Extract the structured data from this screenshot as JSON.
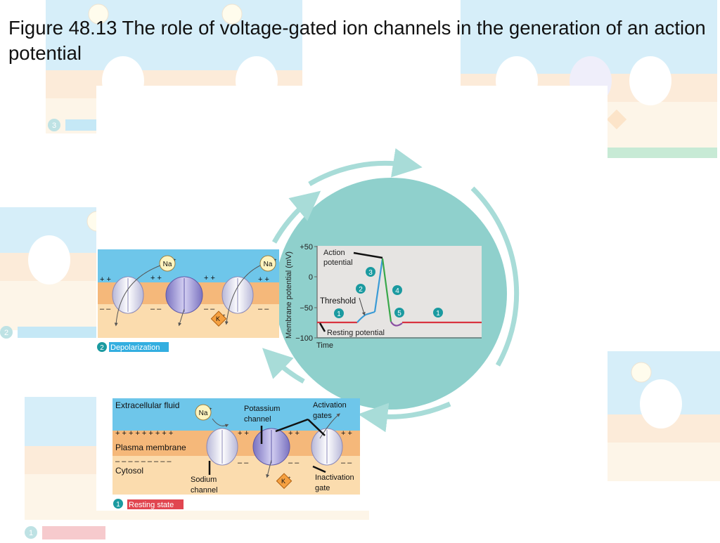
{
  "title": "Figure 48.13 The role of voltage-gated ion channels in the generation of an action potential",
  "graph": {
    "y_axis_label": "Membrane potential (mV)",
    "x_axis_label": "Time",
    "y_ticks": [
      "+50",
      "0",
      "−50",
      "−100"
    ],
    "labels": {
      "action_potential_line1": "Action",
      "action_potential_line2": "potential",
      "threshold": "Threshold",
      "resting_potential": "Resting potential"
    },
    "phase_markers": [
      "1",
      "2",
      "3",
      "4",
      "5",
      "1"
    ]
  },
  "depolarization_panel": {
    "step_number": "2",
    "caption": "Depolarization",
    "na_label": "Na",
    "k_label": "K",
    "plus_sign": "+"
  },
  "resting_panel": {
    "step_number": "1",
    "caption": "Resting state",
    "extracellular_fluid": "Extracellular fluid",
    "plasma_membrane": "Plasma membrane",
    "cytosol": "Cytosol",
    "potassium_channel_line1": "Potassium",
    "potassium_channel_line2": "channel",
    "activation_gates_line1": "Activation",
    "activation_gates_line2": "gates",
    "sodium_channel_line1": "Sodium",
    "sodium_channel_line2": "channel",
    "inactivation_gate_line1": "Inactivation",
    "inactivation_gate_line2": "gate",
    "na_label": "Na",
    "k_label": "K"
  },
  "background_panels": {
    "step_3": "3",
    "step_2": "2",
    "step_1": "1"
  },
  "colors": {
    "extracellular": "#6ec6ea",
    "membrane": "#f5b87a",
    "cytosol": "#fbdcae",
    "circle": "#8fd0cc",
    "arrow": "#a8dcd8",
    "graph_bg": "#e6e4e2",
    "resting_line": "#d9333f",
    "rising_blue": "#3a9bd6",
    "rising_green": "#39a84a",
    "undershoot": "#8a4fa2",
    "step_badge": "#1b9aa0",
    "caption_depolarization": "#33aee0",
    "caption_resting": "#e14650"
  }
}
